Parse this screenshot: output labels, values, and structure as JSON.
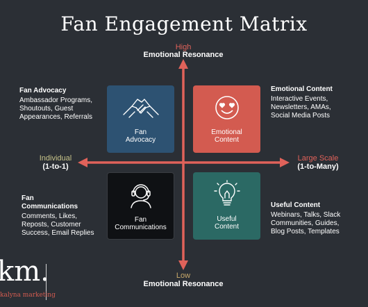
{
  "title": "Fan Engagement Matrix",
  "axes": {
    "top": {
      "word": "High",
      "sub": "Emotional Resonance"
    },
    "bottom": {
      "word": "Low",
      "sub": "Emotional Resonance"
    },
    "left": {
      "word": "Individual",
      "sub": "(1-to-1)"
    },
    "right": {
      "word": "Large Scale",
      "sub": "(1-to-Many)"
    }
  },
  "colors": {
    "background": "#2b2f35",
    "arrow": "#e0625a",
    "fan_advocacy": "#2d5272",
    "emotional_content": "#d35b50",
    "fan_communications": "#0f1114",
    "useful_content": "#2b6964"
  },
  "quadrants": {
    "fan_advocacy": {
      "box_label": [
        "Fan",
        "Advocacy"
      ],
      "icon": "handshake-icon",
      "heading": "Fan Advocacy",
      "items": [
        "Ambassador Programs,",
        "Shoutouts, Guest",
        "Appearances, Referrals"
      ]
    },
    "emotional_content": {
      "box_label": [
        "Emotional",
        "Content"
      ],
      "icon": "heart-eyes-emoji-icon",
      "heading": "Emotional Content",
      "items": [
        "Interactive Events,",
        "Newsletters, AMAs,",
        "Social Media Posts"
      ]
    },
    "fan_communications": {
      "box_label": [
        "Fan",
        "Communications"
      ],
      "icon": "headset-agent-icon",
      "heading": [
        "Fan",
        "Communications"
      ],
      "items": [
        "Comments, Likes,",
        "Reposts, Customer",
        "Success, Email Replies"
      ]
    },
    "useful_content": {
      "box_label": [
        "Useful",
        "Content"
      ],
      "icon": "lightbulb-icon",
      "heading": "Useful Content",
      "items": [
        "Webinars, Talks, Slack",
        "Communities, Guides,",
        "Blog Posts,  Templates"
      ]
    }
  },
  "logo": {
    "mark": "km.",
    "sub": "kalyna marketing"
  }
}
